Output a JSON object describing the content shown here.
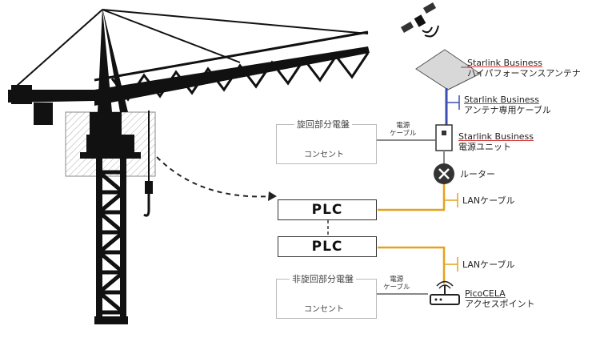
{
  "colors": {
    "power_line": "#888888",
    "antenna_cable": "#3b4fb0",
    "lan_cable": "#e3a21a",
    "crane": "#111111"
  },
  "icons": [
    "satellite-icon",
    "antenna-dish-icon",
    "power-unit-icon",
    "router-icon",
    "wifi-access-point-icon",
    "tower-crane-icon"
  ],
  "equipment": {
    "antenna": {
      "brand": "Starlink Business",
      "name": "ハイパフォーマンスアンテナ"
    },
    "antenna_cable": {
      "brand": "Starlink Business",
      "name": "アンテナ専用ケーブル"
    },
    "power_unit": {
      "brand": "Starlink Business",
      "name": "電源ユニット"
    },
    "router": {
      "name": "ルーター"
    },
    "lan_cable_top": "LANケーブル",
    "lan_cable_bottom": "LANケーブル",
    "access_point": {
      "brand": "PicoCELA",
      "name": "アクセスポイント"
    }
  },
  "panels": {
    "rotating": {
      "title": "旋回部分電盤",
      "outlet": "コンセント",
      "cable_label": "電源\nケーブル"
    },
    "non_rotating": {
      "title": "非旋回部分電盤",
      "outlet": "コンセント",
      "cable_label": "電源\nケーブル"
    }
  },
  "plc": {
    "top": "PLC",
    "bottom": "PLC"
  }
}
